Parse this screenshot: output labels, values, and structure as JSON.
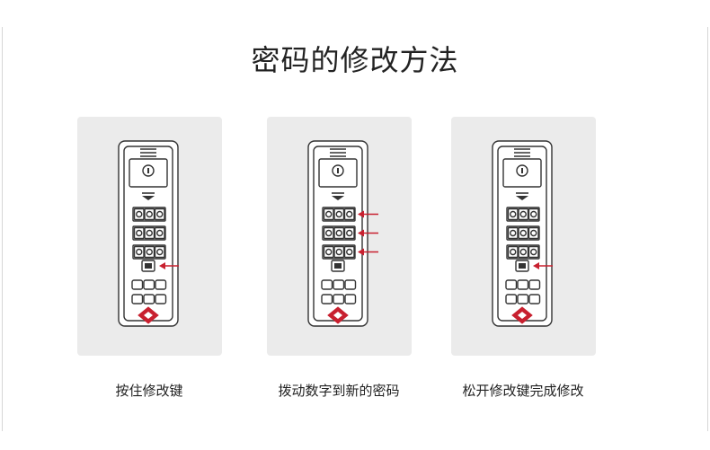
{
  "page": {
    "title": "密码的修改方法"
  },
  "steps": [
    {
      "caption": "按住修改键",
      "arrows": [
        "reset-key"
      ]
    },
    {
      "caption": "拨动数字到新的密码",
      "arrows": [
        "dial-row-1",
        "dial-row-2",
        "dial-row-3"
      ]
    },
    {
      "caption": "松开修改键完成修改",
      "arrows": [
        "reset-key"
      ]
    }
  ],
  "colors": {
    "accent": "#c8202f",
    "panel": "#ebebeb",
    "outline": "#333333"
  },
  "icons": [
    "keyhole-icon",
    "arrow-left-icon",
    "tsa-diamond-icon"
  ]
}
